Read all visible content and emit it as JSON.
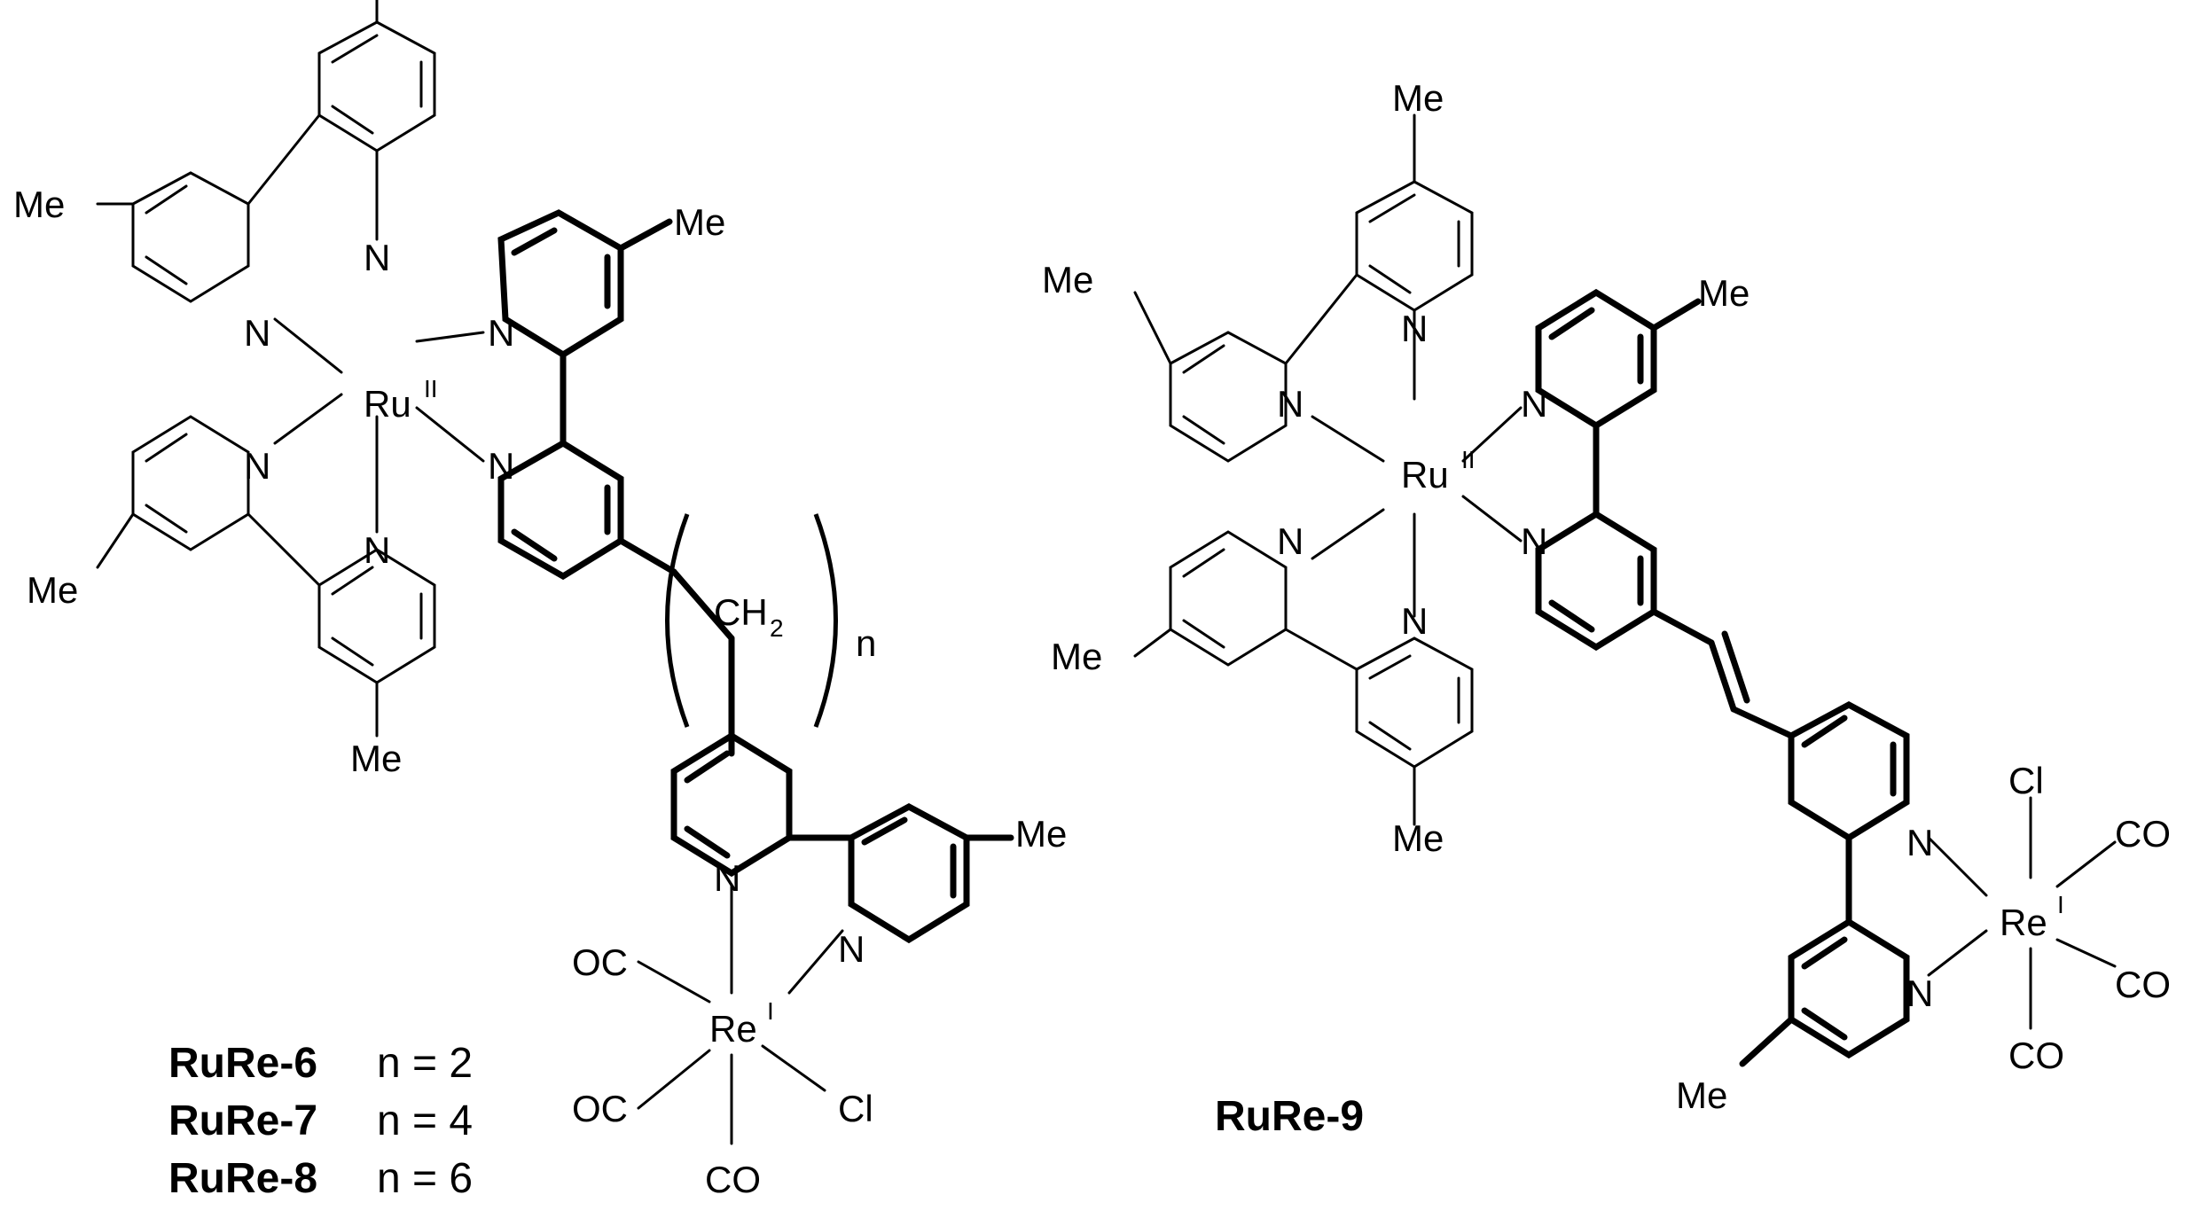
{
  "left": {
    "metal_ru": "Ru",
    "ru_ox": "II",
    "metal_re": "Re",
    "re_ox": "I",
    "n": "N",
    "me": "Me",
    "ch2": "CH",
    "ch2_sub": "2",
    "repeat": "n",
    "oc": "OC",
    "co": "CO",
    "cl": "Cl",
    "labels": [
      {
        "name": "RuRe-6",
        "value": "n = 2"
      },
      {
        "name": "RuRe-7",
        "value": "n = 4"
      },
      {
        "name": "RuRe-8",
        "value": "n = 6"
      }
    ]
  },
  "right": {
    "metal_ru": "Ru",
    "ru_ox": "II",
    "metal_re": "Re",
    "re_ox": "I",
    "n": "N",
    "me": "Me",
    "cl": "Cl",
    "co": "CO",
    "label": "RuRe-9"
  }
}
